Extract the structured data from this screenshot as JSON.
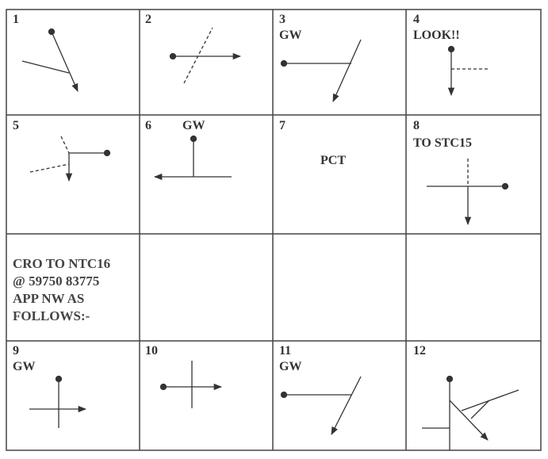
{
  "cells": [
    {
      "number": "1",
      "label": ""
    },
    {
      "number": "2",
      "label": ""
    },
    {
      "number": "3",
      "label": "GW"
    },
    {
      "number": "4",
      "label": "LOOK!!"
    },
    {
      "number": "5",
      "label": ""
    },
    {
      "number": "6",
      "label": "GW"
    },
    {
      "number": "7",
      "label": "PCT"
    },
    {
      "number": "8",
      "label": "TO STC15"
    },
    {
      "number": "9",
      "label": "GW"
    },
    {
      "number": "10",
      "label": ""
    },
    {
      "number": "11",
      "label": "GW"
    },
    {
      "number": "12",
      "label": ""
    }
  ],
  "instruction": {
    "lines": [
      "CRO TO NTC16",
      "@ 59750 83775",
      "APP  NW AS",
      "FOLLOWS:-"
    ]
  },
  "colors": {
    "ink": "#333333",
    "grid": "#444444"
  }
}
